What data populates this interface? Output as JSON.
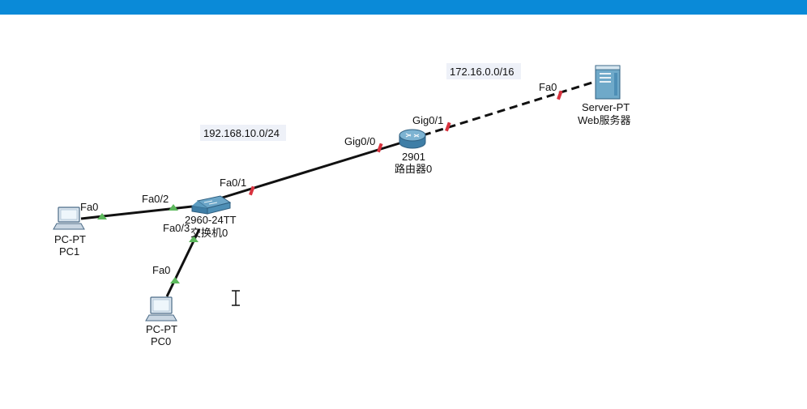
{
  "colors": {
    "topbar": "#0a8ad8",
    "port_up": "#5cb85c",
    "port_down": "#d9333f",
    "link": "#111111"
  },
  "networks": {
    "lan": "192.168.10.0/24",
    "wan": "172.16.0.0/16"
  },
  "devices": {
    "pc1": {
      "model": "PC-PT",
      "name": "PC1",
      "icon": "pc-icon"
    },
    "pc0": {
      "model": "PC-PT",
      "name": "PC0",
      "icon": "pc-icon"
    },
    "switch0": {
      "model": "2960-24TT",
      "name": "交换机0",
      "icon": "switch-icon"
    },
    "router0": {
      "model": "2901",
      "name": "路由器0",
      "icon": "router-icon"
    },
    "server": {
      "model": "Server-PT",
      "name": "Web服务器",
      "icon": "server-icon"
    }
  },
  "ports": {
    "pc1_fa0": "Fa0",
    "sw_fa0_2": "Fa0/2",
    "sw_fa0_3": "Fa0/3",
    "pc0_fa0": "Fa0",
    "sw_fa0_1": "Fa0/1",
    "rt_gig0_0": "Gig0/0",
    "rt_gig0_1": "Gig0/1",
    "srv_fa0": "Fa0"
  },
  "links": [
    {
      "from": "pc1",
      "to": "switch0",
      "style": "solid",
      "status": "up"
    },
    {
      "from": "pc0",
      "to": "switch0",
      "style": "solid",
      "status": "up"
    },
    {
      "from": "switch0",
      "to": "router0",
      "style": "solid",
      "status": "down"
    },
    {
      "from": "router0",
      "to": "server",
      "style": "dashed",
      "status": "down"
    }
  ],
  "cursor": "text-cursor-icon"
}
